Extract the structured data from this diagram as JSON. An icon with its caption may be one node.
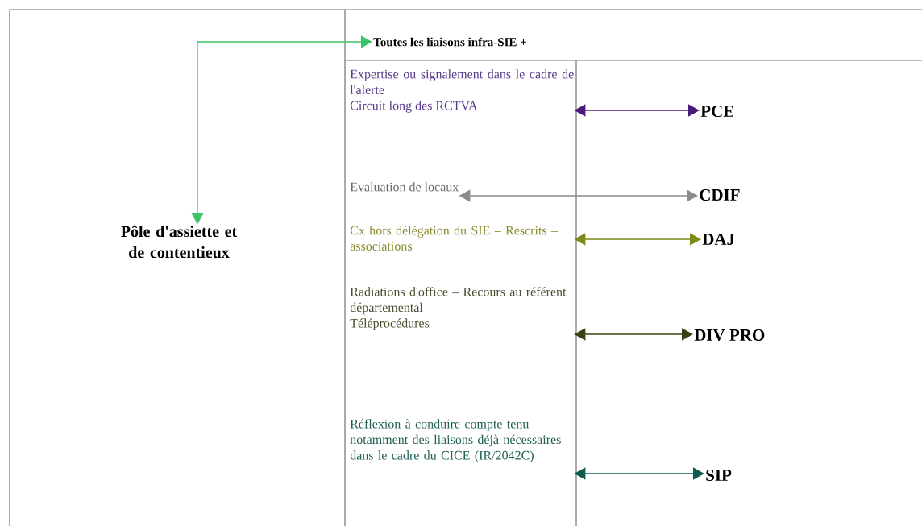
{
  "diagram": {
    "nodes": [
      {
        "text": [
          "Pôle d'assiette et de contentieux"
        ]
      },
      {
        "text": [
          "Toutes les liaisons infra-SIE +"
        ]
      },
      {
        "text": [
          "Expertise ou signalement dans le cadre de l'alerte",
          "Circuit long des RCTVA"
        ]
      },
      {
        "text": [
          "Evaluation de locaux"
        ]
      },
      {
        "text": [
          "Cx hors délégation du SIE – Rescrits – associations"
        ]
      },
      {
        "text": [
          "Radiations d'office – Recours au référent départemental",
          "Téléprocédures"
        ]
      },
      {
        "text": [
          "Réflexion à conduire compte tenu notamment des liaisons déjà nécessaires dans le cadre du CICE (IR/2042C)"
        ]
      },
      {
        "text": [
          "PCE"
        ]
      },
      {
        "text": [
          "CDIF"
        ]
      },
      {
        "text": [
          "DAJ"
        ]
      },
      {
        "text": [
          "DIV PRO"
        ]
      },
      {
        "text": [
          "SIP"
        ]
      }
    ],
    "edges": [
      {
        "from": 0,
        "to": 1,
        "arrow": "both",
        "color": "#3cc46a"
      },
      {
        "from": 2,
        "to": 7,
        "arrow": "both",
        "color": "#4b1a7a"
      },
      {
        "from": 3,
        "to": 8,
        "arrow": "both",
        "color": "#8c8c8c"
      },
      {
        "from": 4,
        "to": 9,
        "arrow": "both",
        "color": "#7f8a1a"
      },
      {
        "from": 5,
        "to": 10,
        "arrow": "both",
        "color": "#3a4010"
      },
      {
        "from": 6,
        "to": 11,
        "arrow": "both",
        "color": "#0f5a50"
      }
    ]
  }
}
